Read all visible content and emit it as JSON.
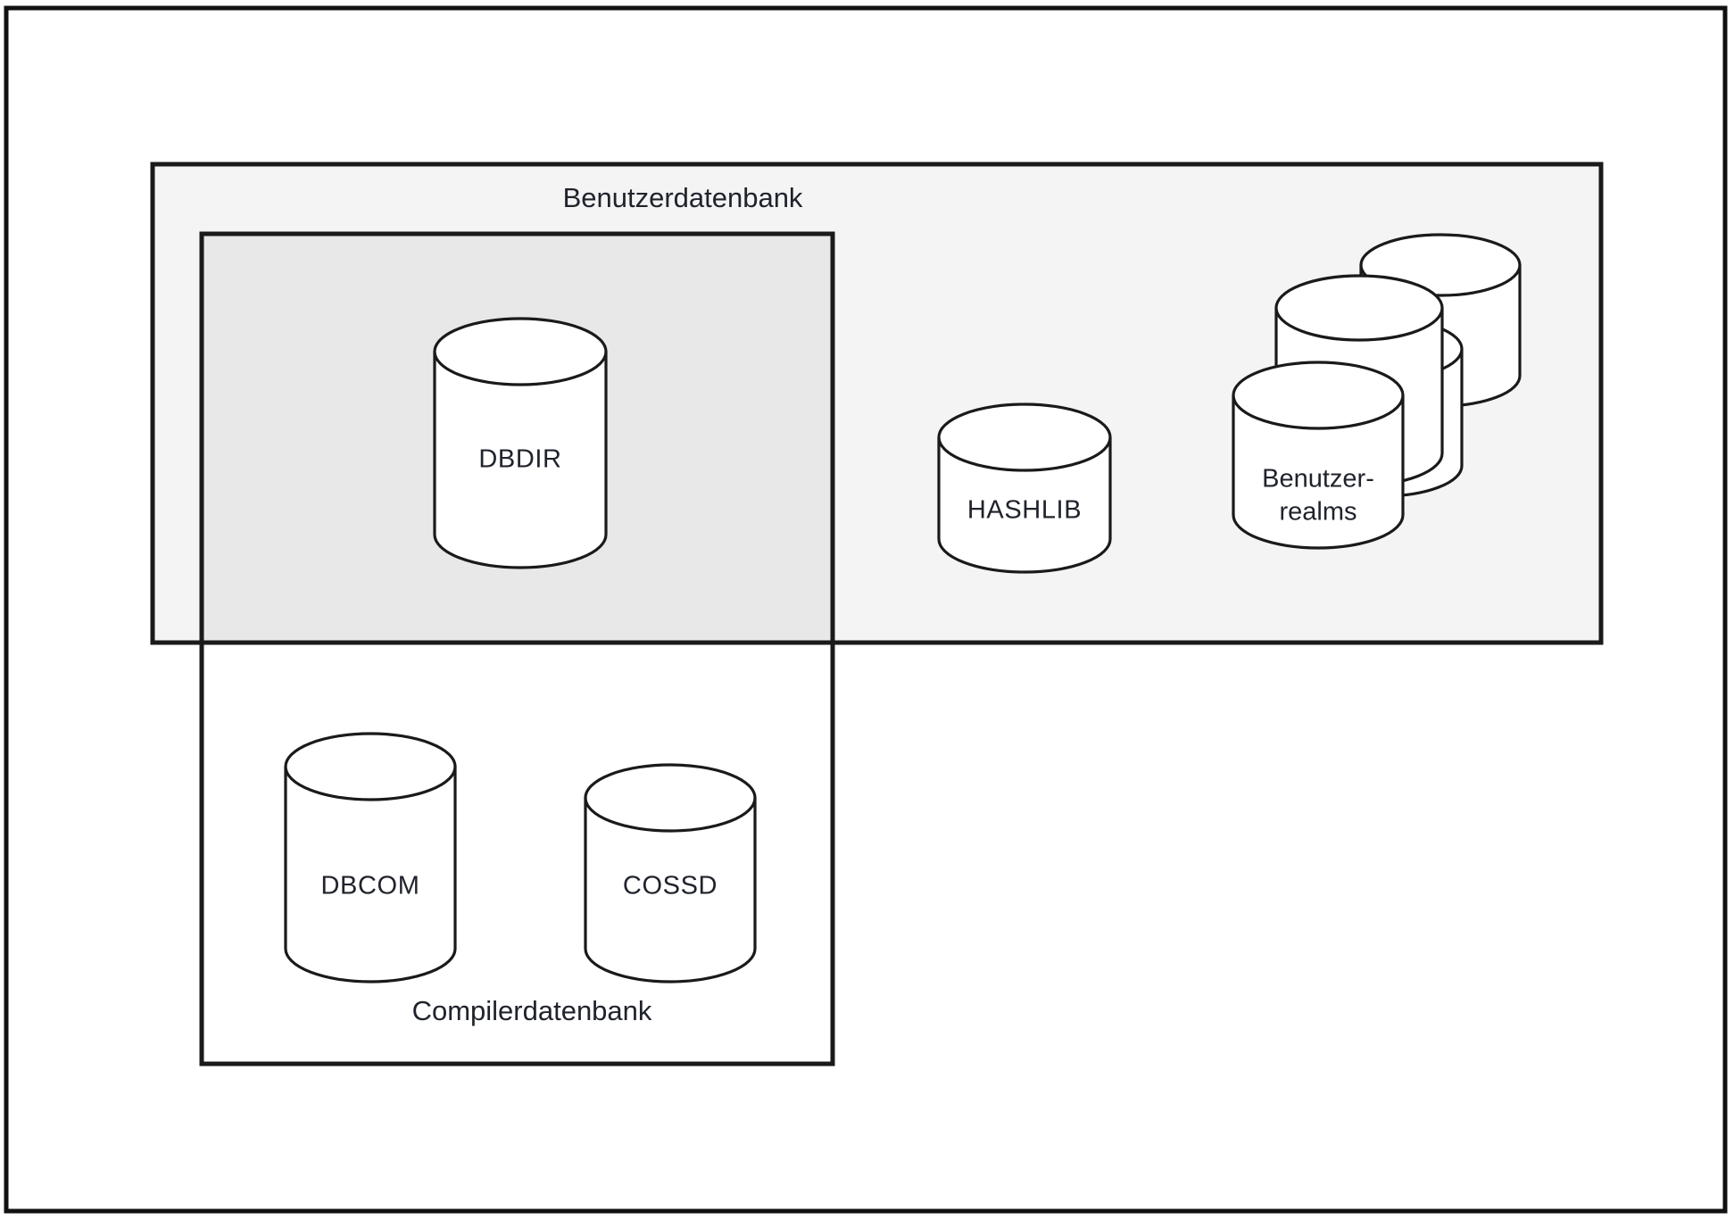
{
  "diagram": {
    "title": "Benutzerdatenbank",
    "regions": [
      {
        "id": "benutzerdatenbank",
        "label": "Benutzerdatenbank",
        "fill": "#f4f4f4",
        "stroke": "#1a1a1a"
      },
      {
        "id": "dbdir-region",
        "label": "",
        "fill": "#e8e8e8",
        "stroke": "#1a1a1a"
      },
      {
        "id": "compilerdatenbank",
        "label": "Compilerdatenbank",
        "fill": "#ffffff",
        "stroke": "#1a1a1a"
      }
    ],
    "nodes": [
      {
        "id": "dbdir",
        "label": "DBDIR",
        "shape": "cylinder",
        "region": "dbdir-region"
      },
      {
        "id": "hashlib",
        "label": "HASHLIB",
        "shape": "cylinder",
        "region": "benutzerdatenbank"
      },
      {
        "id": "realms",
        "label_line1": "Benutzer-",
        "label_line2": "realms",
        "shape": "cylinder-stack",
        "stack_count": 4,
        "region": "benutzerdatenbank"
      },
      {
        "id": "dbcom",
        "label": "DBCOM",
        "shape": "cylinder",
        "region": "compilerdatenbank"
      },
      {
        "id": "cossd",
        "label": "COSSD",
        "shape": "cylinder",
        "region": "compilerdatenbank"
      }
    ],
    "colors": {
      "page_background": "#ffffff",
      "frame_stroke": "#111111",
      "outer_region_fill": "#f4f4f4",
      "inner_region_fill": "#e8e8e8",
      "cylinder_fill": "#ffffff",
      "cylinder_stroke": "#1a1a1a",
      "text": "#20232c"
    }
  }
}
